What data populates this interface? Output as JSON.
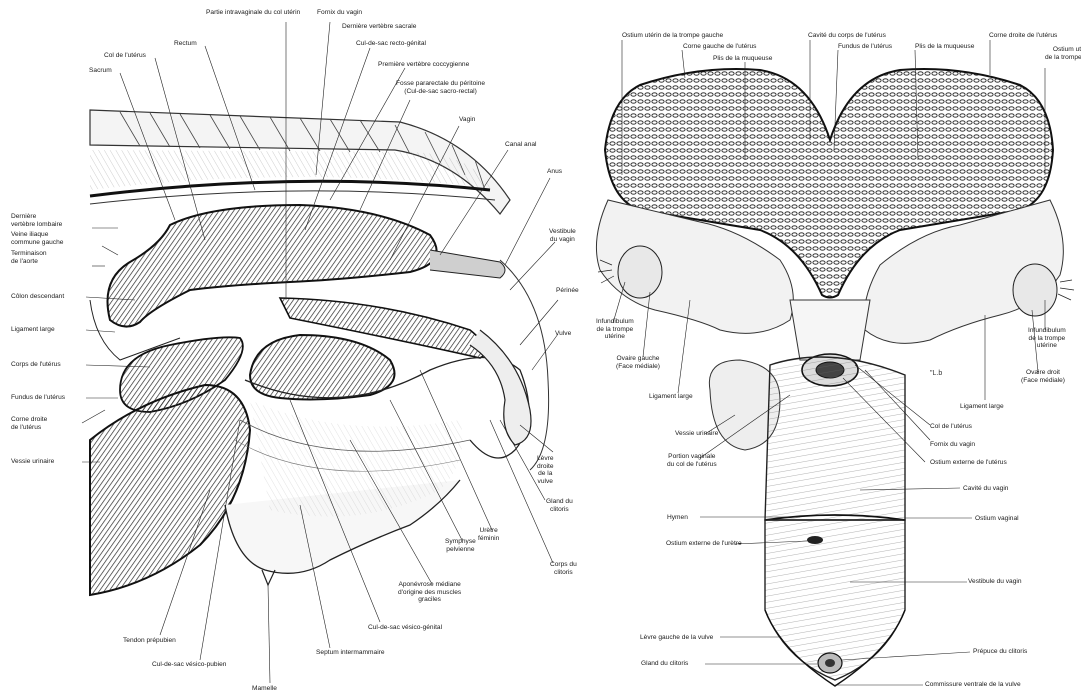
{
  "left_figure": {
    "labels": {
      "partie_intravaginale": "Partie intravaginale du col utérin",
      "fornix_du_vagin_top": "Fornix du vagin",
      "derniere_vertebre_sacrale": "Dernière vertèbre sacrale",
      "rectum": "Rectum",
      "col_de_luterus": "Col de l'utérus",
      "cul_de_sac_recto_genital": "Cul-de-sac recto-génital",
      "sacrum": "Sacrum",
      "premiere_vertebre_coccygienne": "Première vertèbre coccygienne",
      "fosse_pararectale": "Fosse pararectale du péritoine\n(Cul-de-sac sacro-rectal)",
      "vagin": "Vagin",
      "canal_anal": "Canal anal",
      "anus": "Anus",
      "derniere_vertebre_lombaire": "Dernière\nvertèbre lombaire",
      "veine_iliaque": "Veine iliaque\ncommune gauche",
      "terminaison_aorte": "Terminaison\nde l'aorte",
      "vestibule_du_vagin": "Vestibule\ndu vagin",
      "colon_descendant": "Côlon descendant",
      "perinee": "Périnée",
      "ligament_large": "Ligament large",
      "vulve": "Vulve",
      "corps_de_luterus": "Corps de l'utérus",
      "fundus_de_luterus": "Fundus de l'utérus",
      "corne_droite": "Corne droite\nde l'utérus",
      "vessie_urinaire": "Vessie urinaire",
      "levre_droite": "Lèvre\ndroite\nde la\nvulve",
      "gland_du_clitoris": "Gland du\nclitoris",
      "uretre_feminin": "Urètre\nféminin",
      "corps_du_clitoris": "Corps du\nclitoris",
      "symphyse_pelvienne": "Symphyse\npelvienne",
      "aponevrose_mediane": "Aponévrose médiane\nd'origine des muscles\ngraciles",
      "tendon_prepubien": "Tendon prépubien",
      "cul_de_sac_vesico_genital": "Cul-de-sac vésico-génital",
      "cul_de_sac_vesico_pubien": "Cul-de-sac vésico-pubien",
      "septum_intermammaire": "Septum intermammaire",
      "mamelle": "Mamelle"
    }
  },
  "right_figure": {
    "labels": {
      "ostium_uterin_gauche": "Ostium utérin de la trompe gauche",
      "corne_gauche": "Corne gauche de l'utérus",
      "plis_muqueuse_left": "Plis de la muqueuse",
      "cavite_corps_uterus": "Cavité du corps de l'utérus",
      "fundus_uterus": "Fundus de l'utérus",
      "plis_muqueuse_right": "Plis de la muqueuse",
      "corne_droite": "Corne droite de l'utérus",
      "ostium_uterin_droite": "Ostium utérin\nde la trompe droite",
      "infundibulum_gauche": "Infundibulum\nde la trompe\nutérine",
      "ovaire_gauche": "Ovaire gauche\n(Face médiale)",
      "infundibulum_droit": "Infundibulum\nde la trompe\nutérine",
      "ovaire_droit": "Ovaire droit\n(Face médiale)",
      "ligament_large_left": "Ligament large",
      "ligament_large_right": "Ligament large",
      "vessie_urinaire": "Vessie urinaire",
      "col_uterus": "Col de l'utérus",
      "fornix_vagin": "Fornix du vagin",
      "portion_vaginale": "Portion vaginale\ndu col de l'utérus",
      "ostium_externe_uterus": "Ostium externe de l'utérus",
      "cavite_vagin": "Cavité du vagin",
      "hymen": "Hymen",
      "ostium_vaginal": "Ostium vaginal",
      "ostium_externe_uretre": "Ostium externe de l'urètre",
      "vestibule_vagin": "Vestibule du vagin",
      "levre_gauche": "Lèvre gauche de la vulve",
      "prepuce_clitoris": "Prépuce du clitoris",
      "gland_clitoris": "Gland du clitoris",
      "commissure_ventrale": "Commissure ventrale de la vulve"
    }
  }
}
